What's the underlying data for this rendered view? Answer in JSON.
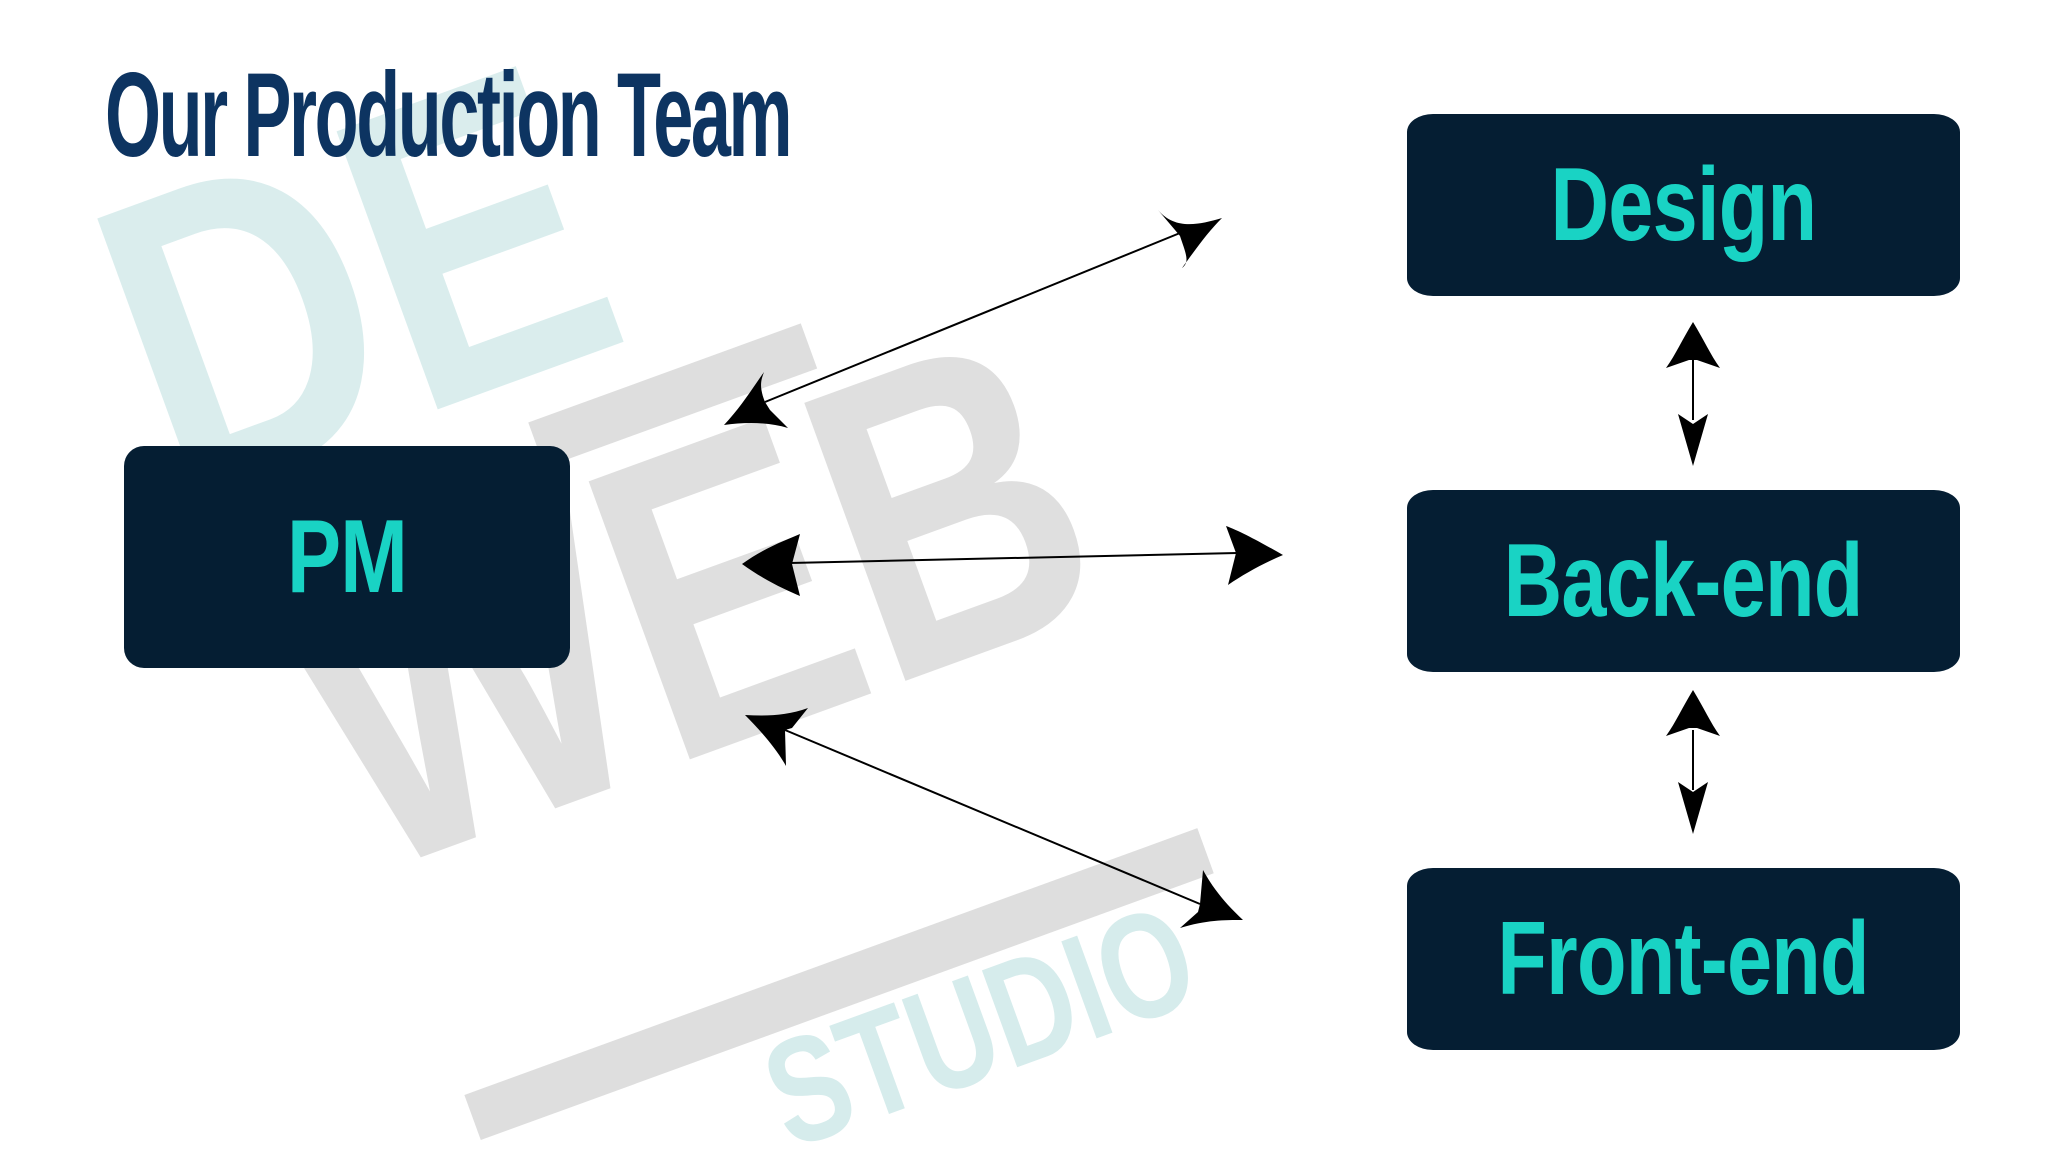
{
  "slide": {
    "title": "Our Production Team"
  },
  "watermark": {
    "line1": "DE",
    "line2": "WEB",
    "line3": "STUDIO"
  },
  "team": {
    "pm": "PM",
    "design": "Design",
    "backend": "Back-end",
    "frontend": "Front-end"
  },
  "colors": {
    "title": "#0d3461",
    "box_fill": "#051e33",
    "box_text": "#19d3c4",
    "watermark_gray": "#dedede",
    "watermark_teal": "#d6ecec"
  }
}
